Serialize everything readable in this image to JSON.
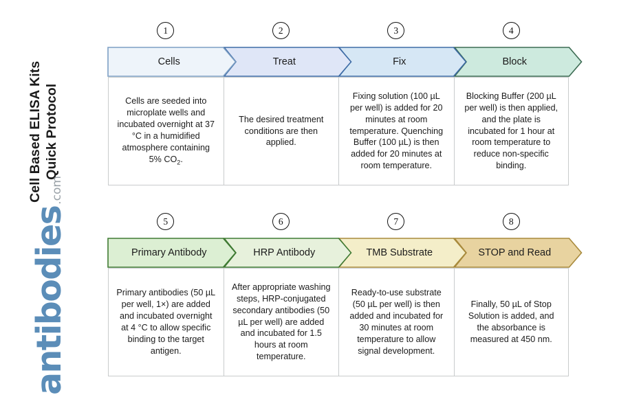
{
  "sidebar": {
    "title": "Cell Based ELISA Kits\nQuick Protocol",
    "brand_name": "antibodies",
    "brand_tld": ".com",
    "brand_color": "#5b8db8",
    "tld_color": "#9aa2a8"
  },
  "flow": {
    "rows": [
      {
        "id": "row-top",
        "steps": [
          {
            "number": "1",
            "label": "Cells",
            "body": "Cells are seeded into microplate wells and incubated overnight at 37 °C in a humidified atmosphere containing 5% CO₂.",
            "fill": "#eef4fa",
            "stroke": "#7d9fc4"
          },
          {
            "number": "2",
            "label": "Treat",
            "body": "The desired treatment conditions are then applied.",
            "fill": "#dfe6f7",
            "stroke": "#3d6ba5"
          },
          {
            "number": "3",
            "label": "Fix",
            "body": "Fixing solution (100 µL per well) is added for 20 minutes at room temperature. Quenching Buffer (100 µL) is then added for 20 minutes at room temperature.",
            "fill": "#d6e7f5",
            "stroke": "#3d6ba5"
          },
          {
            "number": "4",
            "label": "Block",
            "body": "Blocking Buffer (200 µL per well) is then applied, and the plate is incubated for 1 hour at room temperature to reduce non-specific binding.",
            "fill": "#cdeade",
            "stroke": "#3c6b52"
          }
        ]
      },
      {
        "id": "row-bottom",
        "steps": [
          {
            "number": "5",
            "label": "Primary Antibody",
            "body": "Primary antibodies (50 µL per well, 1×) are added and incubated overnight at 4 °C to allow specific binding to the target antigen.",
            "fill": "#dcefd3",
            "stroke": "#3f7a33"
          },
          {
            "number": "6",
            "label": "HRP Antibody",
            "body": "After appropriate washing steps, HRP-conjugated secondary antibodies (50 µL per well) are added and incubated for 1.5 hours at room temperature.",
            "fill": "#e7f1dc",
            "stroke": "#3f7a33"
          },
          {
            "number": "7",
            "label": "TMB Substrate",
            "body": "Ready-to-use substrate (50 µL per well) is then added and incubated for 30 minutes at room temperature to allow signal development.",
            "fill": "#f4eec9",
            "stroke": "#a88a3c"
          },
          {
            "number": "8",
            "label": "STOP and Read",
            "body": "Finally, 50 µL of Stop Solution is added, and the absorbance is measured at 450 nm.",
            "fill": "#e8d3a0",
            "stroke": "#a88a3c"
          }
        ]
      }
    ]
  }
}
